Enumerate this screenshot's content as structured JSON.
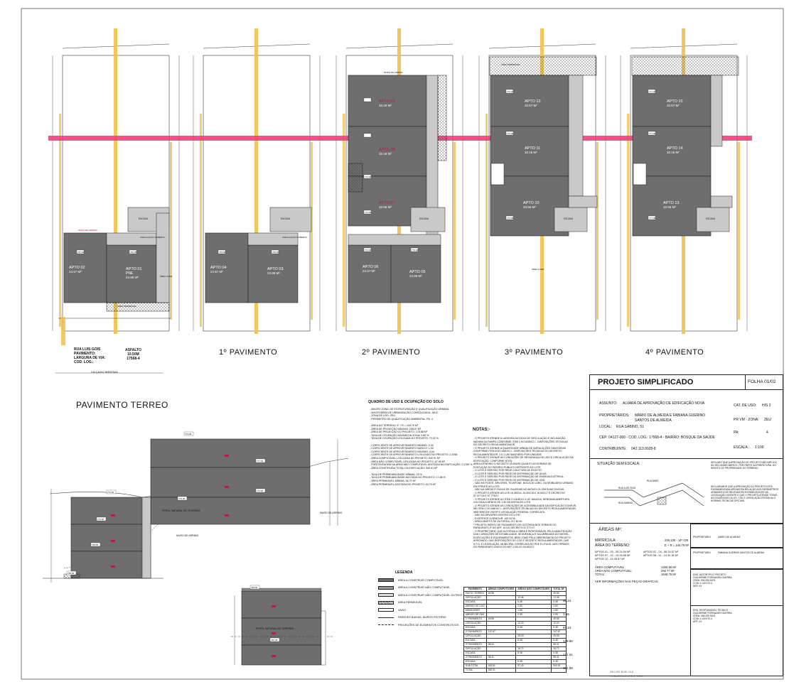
{
  "floors": [
    {
      "title": "PAVIMENTO TERREO",
      "apts": [
        {
          "name": "APTO 02",
          "area": "24.57 M²"
        },
        {
          "name": "APTO 01",
          "extra": "PNE",
          "area": "24.99 M²"
        }
      ],
      "marks": [
        "766.00",
        "766.35"
      ]
    },
    {
      "title": "1º PAVIMENTO",
      "apts": [
        {
          "name": "APTO 04",
          "area": "24.57 M²"
        },
        {
          "name": "APTO 03",
          "area": "24.99 M²"
        }
      ],
      "marks": [
        "769.00",
        "769.00"
      ]
    },
    {
      "title": "2º PAVIMENTO",
      "apts": [
        {
          "name": "APTO 09",
          "area": "32.18 M²"
        },
        {
          "name": "APTO 08",
          "area": "32.18 M²"
        },
        {
          "name": "APTO 07",
          "area": "33.56 M²"
        },
        {
          "name": "APTO 06",
          "area": "24.57 M²"
        },
        {
          "name": "APTO 05",
          "area": "24.99 M²"
        }
      ],
      "marks": [
        "772.00",
        "772.00",
        "772.00",
        "772.00"
      ]
    },
    {
      "title": "3º PAVIMENTO",
      "apts": [
        {
          "name": "APTO 12",
          "area": "33.57 M²"
        },
        {
          "name": "APTO 11",
          "area": "32.18 M²"
        },
        {
          "name": "APTO 10",
          "area": "33.56 M²"
        }
      ],
      "marks": [
        "776.00",
        "776.00",
        "776.00"
      ]
    },
    {
      "title": "4º PAVIMENTO",
      "apts": [
        {
          "name": "APTO 15",
          "area": "33.57 M²"
        },
        {
          "name": "APTO 14",
          "area": "32.18 M²"
        },
        {
          "name": "APTO 13",
          "area": "33.56 M²"
        }
      ],
      "marks": [
        "777.00",
        "777.00",
        "777.00"
      ]
    }
  ],
  "site": {
    "street": "RUA LUIS GOIS",
    "paving": "ASFALTO",
    "width": "10.50M",
    "code": "17568-4",
    "labels": [
      "PAVIMENTO:",
      "LARGURA DE VIA:",
      "COD. LOG.:"
    ],
    "sidewalk": "CALÇADA CIMENTADA"
  },
  "plan_labels": {
    "escada": "ESCADA",
    "circ": "CIRCULAÇÃO COBERTA",
    "area_livre": "ÁREA LIVRE",
    "muro": "MURO DE ARRIMO",
    "area_perm": "ÁREA PERMEÁVEL"
  },
  "quadro": {
    "title": "QUADRO DE USO E OCUPAÇÃO DO SOLO",
    "lines": [
      "- MACRO ZONA: DE ESTRUTURAÇÃO E QUALIFICAÇÃO URBANA",
      "- MACROÁREA DE URBANIZAÇÃO CONSOLIDADA - MUC",
      "- ZONA DE USO: ZEU",
      "- PERÍMETRO DE QUALIFICAÇÃO AMBIENTAL: PA. 4",
      "",
      "- ÁREA DO TERRENO: E + R = 244.79 M²",
      "- ÁREA DE PROJEÇÃO MÁXIMA: 208.07 M²",
      "- ÁREA DE PROJEÇÃO DO PROJETO: 178.88 M²",
      "- TAXA DE OCUPAÇÃO MÁXIMA DA ZONA: 0.85 %",
      "- TAXA DE OCUPAÇÃO UTILIZADA NO PROJETO: 73.02 %",
      "",
      "- COEFICIENTE DE APROVEITAMENTO MÍNIMO: 0.30",
      "- COEFICIENTE DE APROVEITAMENTO BÁSICO: 1.00",
      "- COEFICIENTE DE APROVEITAMENTO MÁXIMO: 4.00",
      "- COEFICIENTE DE APROVEITAMENTO UTILIZADO NO PROJETO: 2.2096",
      "- ÁREA COMPUTÁVEL UTILIZADA NO PROJETO: 540.91 M²",
      "- ÁREA NÃO COMPUTÁVEL UTILIZADA NO PROJETO: 87.95 M²",
      "- PORCENTAGEM DA ÁREA NÃO COMPUTÁVEL ADOTADA NA EDIFICAÇÃO: 0.1785 %",
      "- ÁREA CONSTRUÍDA TOTAL DA EDIFICAÇÃO: 540.91 M²",
      "",
      "- TAXA DE PERMEABILIDADE MÍNIMA: 15 %",
      "- TAXA DE PERMEABILIDADE ADOTADA NO PROJETO: 17.88 %",
      "- ÁREA PERMEÁVEL MÍNIMA: 36.72 M²",
      "- ÁREA PERMEÁVEL ADOTADA NO PROJETO: 43.79 M²"
    ]
  },
  "notas": {
    "title": "NOTAS:-",
    "lines": [
      "- O PROJETO ATENDE A LARGURA DA FAIXA DE CIRCULAÇÃO E INCLINAÇÃO",
      "MÁXIMA DA RAMPA CONFORME ITEM 4 DO ANEXO I - DISPOSIÇÕES TÉCNICAS",
      "DO DECRETO REGULAMENTADOR.",
      "- O PROJETO ATENDE A QUANTIDADE MÍNIMA DE INSTALAÇÕES SANITÁRIAS",
      "CONFORME ITEM 8 DO ANEXO I - DISPOSIÇÕES TÉCNICAS DO DECRETO",
      "REGULAMENTADOR. ( 01 ) UM SANITÁRIO POR UNIDADE.",
      "- O PROJETO ATENDE AS CONDIÇÕES DE SEGURANÇA DE USO E CIRCULAÇÃO DA",
      "EDIFICAÇÃO. CONFORME NT(S):",
      "ÁREA ATENDIDO O DECRETO 45.904/05 QUANTO AS NORMAS DE",
      "EXECUÇÃO DO PASSEIO PÚBLICO DEFRONTE AO LOTE.",
      "- O LOTE É SERVIDO POR REDE COLETORA DE ESGOTO.",
      "- O LOTE É SERVIDO POR REDE DE DISTRIBUIÇÃO DE ÁGUA.",
      "- O LOTE É SERVIDO POR REDE DE DISTRIBUIÇÃO DE ENERGIA ELÉTRICA.",
      "- O LOTE É SERVIDO POR REDE DE DISTRIBUIÇÃO DE GÁS.",
      "- NÃO HÁ POSTE, ÁRVORES, TELEFONE, BOCA DE LOBO, OU MOBILIÁRIO URBANO",
      "EM FRENTE AO LOTE.",
      "- NÃO HÁ ÁREAS E FAIXAS DE GALERIAS NO IMÓVEL OU EM SUAS DIVISAS.",
      "- O PROJETO ATENDE AS LEIS 16.050/14, 16.402/16 E 16.642/17 E DECRETOS",
      "57.377/16 E 57.776/17.",
      "- O PROJETO ATENDE AO ITEM 2.3 ANEXO 4 LEI 16642/16, NENHUMA ABERTURA",
      "VOLTADA A MENOS DE 1.50 DA DIVISA DO LOTE.",
      "- O PROJETO ATENDE AS CONDIÇÕES DE ACESSIBILIDADE DA EDIFICAÇÃO CONFOR-",
      "ME ITEM 4 DO ANEXO I - DISPOSIÇÕES TÉCNICAS DO DECRETO REGULAMENTADOR,",
      "NBR 9050 EM VIGOR E LEGISLAÇÃO FEDERAL CORRELATA.",
      "- NÃO HÁ ÁRVORES DENTRO DO LOTE:",
      "- EXISTENTE A DEMOLIR: 162.00 M²",
      "- ÁREA OBJETO DE OUTORGA: 217.60 M²",
      "* PROJETO ISENTO DE PAGAMENTO DE OUTORGA NOS TERMOS DO",
      "PARÁGRAFO 2º DO ART. 15 DO DECRETO 57.377/17.",
      "- O PROPRIETÁRIO QUE AUTORIZA A OBRA É RESPONSÁVEL PELA MANUTENÇÃO",
      "DAS CONDIÇÕES DE ESTABILIDADE, SEGURANÇA E SALUBRIDADE DO IMÓVEL,",
      "EDIFICAÇÕES E EQUIPAMENTOS, BEM COMO PELA OBSERVÂNCIA DO PROJETO",
      "APROVADO, DAS DISPOSIÇÕES DO COE E DECRETO REGULAMENTADOR, DAS",
      "N.T.O. E LEGISLAÇÃO, MUNICIPAL CORRELATA DO PDE E LPUOS, NOS TERMOS",
      "DO PARÁGRAFO ÚNICO DO ART 4 DA LEI 16.642/17."
    ]
  },
  "legend": {
    "title": "LEGENDA",
    "items": [
      "ÁREA A CONSTRUIR COMPUTÁVEL",
      "ÁREA A CONSTRUIR NÃO COMPUTÁVEL",
      "ÁREA A CONSTRUIR NÃO COMPUTÁVEL OUTROS",
      "ÁREA PERMEÁVEL",
      "VAZIO",
      "PAREDES BAIXAS, MUROS PEITORIS",
      "PROJEÇÕES DE ELEMENTOS CONSTRUTIVOS"
    ]
  },
  "area_table": {
    "headers": [
      "PAVIMENTO",
      "ÁREAS COMPUTÁVEIS",
      "ÁREAS NÃO COMPUTÁVEIS",
      "TOTAL M²"
    ],
    "rows": [
      [
        "PAVTO. TERREO",
        "49.56",
        "",
        "49.56"
      ],
      [
        "CIRCULAÇÃO",
        "",
        "12.46",
        "12.46"
      ],
      [
        "ESCADA",
        "",
        "6.48",
        "6.48"
      ],
      [
        "ABRIGO DE LIXO",
        "",
        "2.60",
        "2.60"
      ],
      [
        "MEDIDORES",
        "",
        "1.65",
        "1.65"
      ],
      [
        "ABRIGO DE GÁS",
        "",
        "0.95",
        "0.95"
      ],
      [
        "1º PAVIMENTO",
        "49.56",
        "",
        "49.56"
      ],
      [
        "CIRCULAÇÃO",
        "",
        "12.20",
        "12.20"
      ],
      [
        "ESCADA",
        "",
        "6.48",
        "6.48"
      ],
      [
        "2º PAVIMENTO",
        "147.67",
        "",
        "147.67"
      ],
      [
        "CIRCULAÇÃO",
        "",
        "25.53",
        "25.53"
      ],
      [
        "ESCADA",
        "",
        "6.48",
        "6.48"
      ],
      [
        "3º PAVIMENTO",
        "98.41",
        "",
        "98.41"
      ],
      [
        "CIRCULAÇÃO",
        "",
        "16.72",
        "16.72"
      ],
      [
        "ESCADA",
        "",
        "6.48",
        "6.48"
      ],
      [
        "4º PAVIMENTO",
        "98.41",
        "",
        "98.41"
      ],
      [
        "ESCADA",
        "",
        "6.48",
        "6.48"
      ]
    ],
    "floor_totals": [
      "66.24",
      "1.65",
      "66.24",
      "179.98",
      "121.61",
      "104.89"
    ],
    "sub_total_label": "SUB TOTAL",
    "sub_total_a": "443.51",
    "sub_total_b": "97.40",
    "total_label": "TOTAL",
    "total_value": "540.91",
    "grand_total": "540.91"
  },
  "title_block": {
    "title": "PROJETO SIMPLIFICADO",
    "folha": "FOLHA 01/02",
    "assunto_label": "ASSUNTO:",
    "assunto": "ALVARÁ DE APROVAÇÃO DE EDIFICAÇÃO NOVA",
    "cat_label": "CAT. DE USO:",
    "cat": "HIS 2",
    "prop_label": "PROPRIETÁRIOS:",
    "prop1": "MÁRIO DE ALMEIDA E FABIANA GUERINO",
    "prop2": "SANTOS DE ALMEIDA",
    "zona_label": "PR VM - ZONA:",
    "zona": "ZEU",
    "local_label": "LOCAL:",
    "local": "RUA SABINO, 51",
    "pa_label": "PA:",
    "pa": "4",
    "cep": "CEP: 04127-060 - COD. LOG.: 17568-4 - BAIRRO: BOSQUE DA SAÚDE",
    "escala_label": "ESCALA:",
    "escala": "1:100",
    "contrib_label": "CONTRIBUINTE:",
    "contrib": "042.113.0028-8",
    "situacao": "SITUAÇÃO SEM ESCALA:",
    "areas_title": "ÁREAS M²:",
    "matricula_label": "MATRÍCULA:",
    "matricula": "226.130 - 14º CRI",
    "terreno_label": "ÁREA DO TERRENO:",
    "terreno": "E + R = 244.79 M²",
    "aptos": [
      "APTOS 01 - 03 - 05   24.99 M²",
      "APTOS 07 - 10 - 13   33.56 M²",
      "APTOS 12 - 15   33.57 M²",
      "APTOS 02 - 04 - 06   24.57 M²",
      "APTOS 08 - 11 - 14   32.18 M²"
    ],
    "comp_label": "ÁREA COMPUTÁVEL:",
    "comp": "1300.98 M²",
    "ncomp_label": "ÁREA NÃO COMPUTÁVEL:",
    "ncomp": "292.77 M²",
    "total_label": "TOTAL:",
    "total": "1648.75 M²",
    "ver": "VER INFORMAÇÕES NAS PEÇAS GRÁFICAS",
    "declaro": "DECLARO QUE A APROVAÇÃO DO PROJETO NÃO IMPLICA NO RECONHECIMENTO, POR PARTE DA PREFEITURA, DO DIREITO DE PROPRIEDADE DO TERRENO.",
    "declaro2": "DECLARAMOS QUE A APROVAÇÃO DO PROJETO ESTA FUNDAMENTADA APENAS EM RELAÇÃO AOS PARÂMETROS URBANÍSTICOS RELEVANTES ESTABELECIDOS NA LEGISLAÇÃO VIGENTE E QUE O PROJETO ATENDE TODAS AS EXIGÊNCIAS DA LEI, COE E LEGISLAÇÃO ESTADUAL E NORMAS TÉCNICAS OFICIAIS.",
    "owner_label": "PROPRIETÁRIO",
    "owner1": "MÁRIO DE ALMEIDA",
    "owner2": "FABIANA GUERINO SANTOS DE ALMEIDA",
    "autor": "ENG. AUTOR PELO PROJETO\nGUILHERME FORNAZARI GUERRA\nCREA: 506.330.9103\nCCM: 4.140.072-4\nART: XX",
    "resp": "ENG. RESPONSÁVEL TÉCNICO\nGUILHERME FORNAZARI GUERRA\nCREA: 506.330.9103\nCCM: 4.140.072-4\nART: XX",
    "rua_sabino": "RUA SABINO",
    "rua_luis": "RUA LUIS GOIS",
    "rua_dinis": "RUA DINIS"
  },
  "section_labels": {
    "perfil": "PERFIL NATURAL DO TERRENO",
    "muro": "MURO DE ARRIMO",
    "levels": [
      "779.00",
      "777.00",
      "776.00",
      "773.00",
      "772.00",
      "770.00",
      "769.00",
      "768.00",
      "766.00",
      "766.35"
    ]
  },
  "footer": {
    "line1": "RECIFE BOE-OLE",
    "line2": "REQUERIMENTOS, COD."
  }
}
